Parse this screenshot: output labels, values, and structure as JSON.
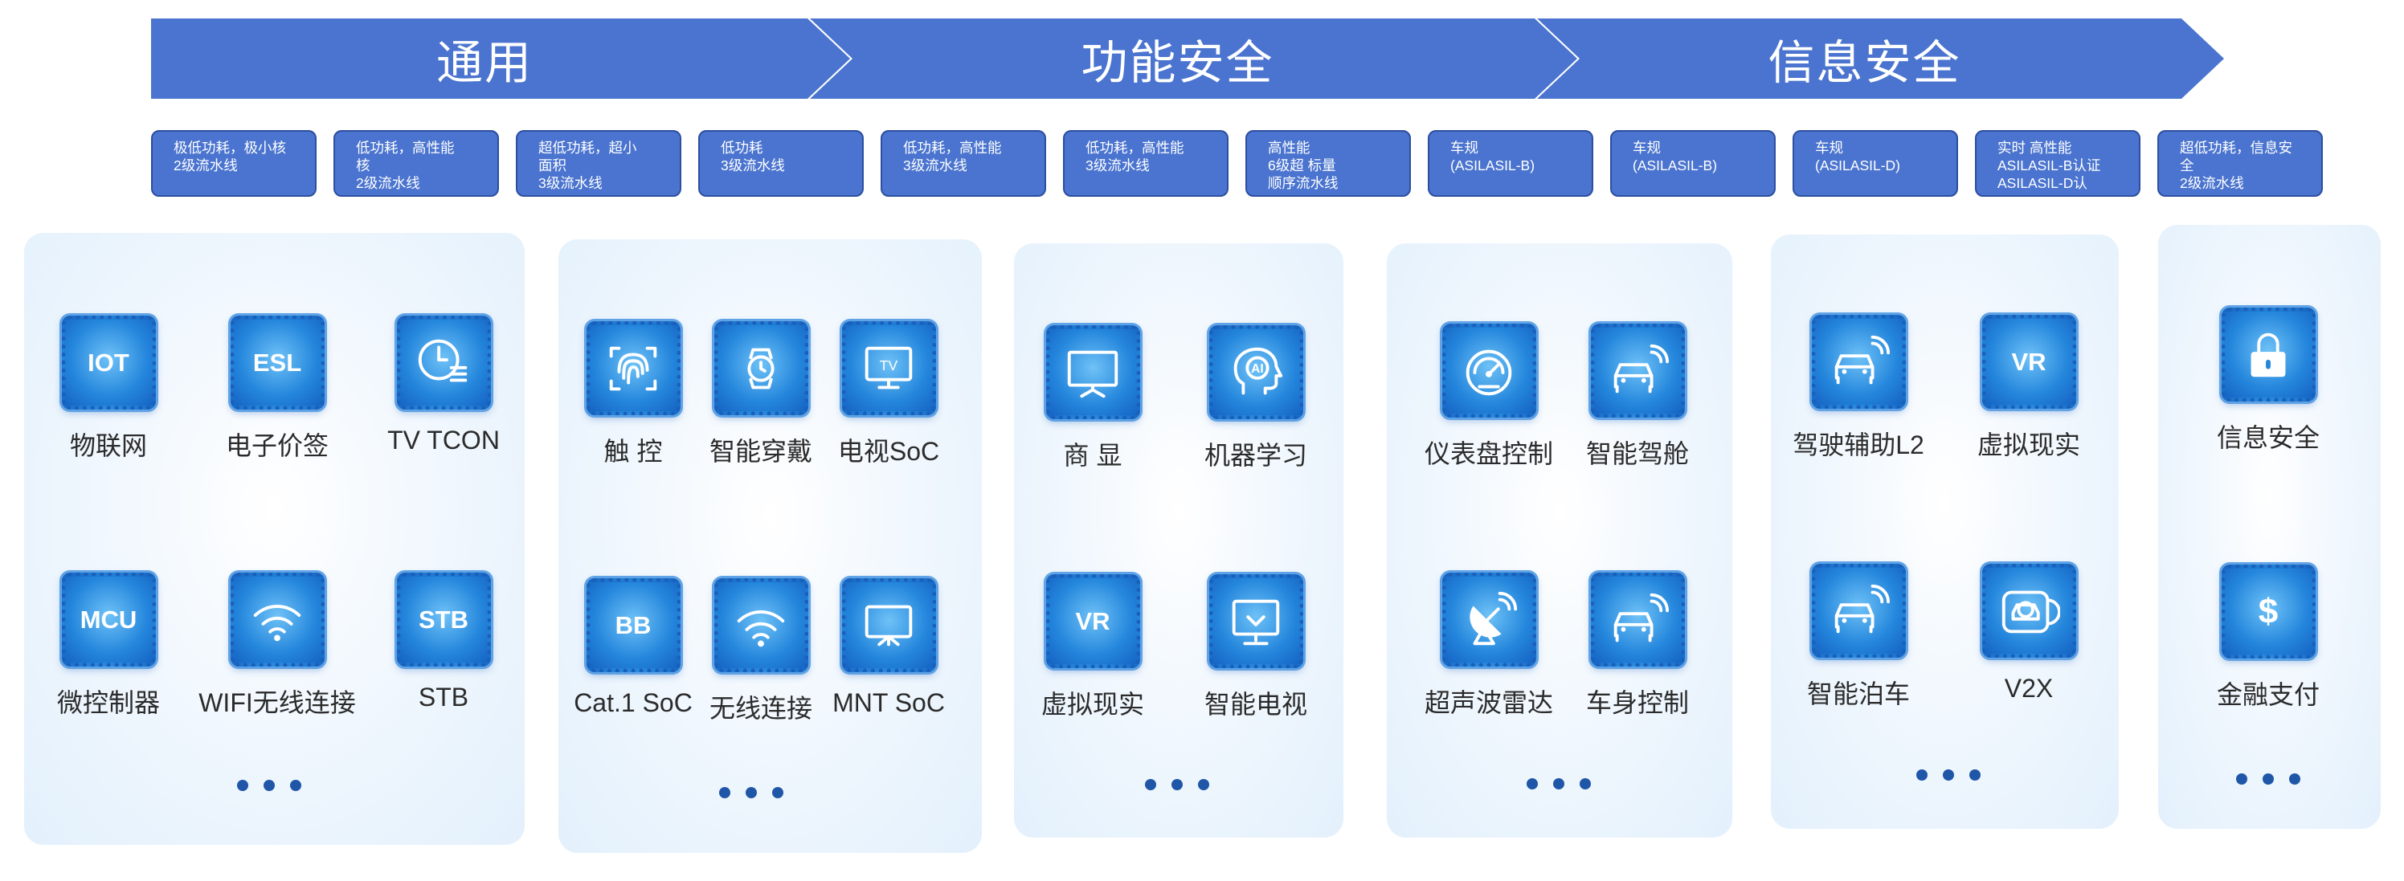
{
  "banner": {
    "general": "通用",
    "functional_safety": "功能安全",
    "information_security": "信息安全"
  },
  "specs": [
    [
      "极低功耗，极小核",
      "2级流水线"
    ],
    [
      "低功耗，高性能",
      "核",
      "2级流水线"
    ],
    [
      "超低功耗，超小",
      "面积",
      "3级流水线"
    ],
    [
      "低功耗",
      "3级流水线"
    ],
    [
      "低功耗，高性能",
      "3级流水线"
    ],
    [
      "低功耗，高性能",
      "3级流水线"
    ],
    [
      "高性能",
      "6级超 标量",
      "顺序流水线"
    ],
    [
      "车规",
      "(ASILASIL-B)"
    ],
    [
      "车规",
      "(ASILASIL-B)"
    ],
    [
      "车规",
      "(ASILASIL-D)"
    ],
    [
      "实时 高性能",
      "ASILASIL-B认证",
      "ASILASIL-D认"
    ],
    [
      "超低功耗，信息安",
      "全",
      "2级流水线"
    ]
  ],
  "panels": [
    {
      "tiles": [
        {
          "icon": "iot-chip-icon",
          "chip_text": "IOT",
          "label": "物联网"
        },
        {
          "icon": "esl-chip-icon",
          "chip_text": "ESL",
          "label": "电子价签"
        },
        {
          "icon": "tv-tcon-icon",
          "chip_text": "",
          "label": "TV TCON"
        },
        {
          "icon": "mcu-chip-icon",
          "chip_text": "MCU",
          "label": "微控制器"
        },
        {
          "icon": "wifi-icon",
          "chip_text": "",
          "label": "WIFI无线连接"
        },
        {
          "icon": "stb-chip-icon",
          "chip_text": "STB",
          "label": "STB"
        }
      ],
      "more": "..."
    },
    {
      "tiles": [
        {
          "icon": "fingerprint-icon",
          "chip_text": "",
          "label": "触 控"
        },
        {
          "icon": "smartwatch-icon",
          "chip_text": "",
          "label": "智能穿戴"
        },
        {
          "icon": "tv-icon",
          "chip_text": "TV",
          "label": "电视SoC"
        },
        {
          "icon": "bb-chip-icon",
          "chip_text": "BB",
          "label": "Cat.1 SoC"
        },
        {
          "icon": "wifi-icon",
          "chip_text": "",
          "label": "无线连接"
        },
        {
          "icon": "monitor-icon",
          "chip_text": "",
          "label": "MNT SoC"
        }
      ],
      "more": "..."
    },
    {
      "tiles": [
        {
          "icon": "display-icon",
          "chip_text": "",
          "label": "商 显"
        },
        {
          "icon": "ai-head-icon",
          "chip_text": "AI",
          "label": "机器学习"
        },
        {
          "icon": "vr-chip-icon",
          "chip_text": "VR",
          "label": "虚拟现实"
        },
        {
          "icon": "smart-tv-icon",
          "chip_text": "",
          "label": "智能电视"
        }
      ],
      "more": "..."
    },
    {
      "tiles": [
        {
          "icon": "speedometer-icon",
          "chip_text": "",
          "label": "仪表盘控制"
        },
        {
          "icon": "connected-car-icon",
          "chip_text": "",
          "label": "智能驾舱"
        },
        {
          "icon": "radar-dish-icon",
          "chip_text": "",
          "label": "超声波雷达"
        },
        {
          "icon": "connected-car-icon",
          "chip_text": "",
          "label": "车身控制"
        }
      ],
      "more": "..."
    },
    {
      "tiles": [
        {
          "icon": "connected-car-icon",
          "chip_text": "",
          "label": "驾驶辅助L2"
        },
        {
          "icon": "vr-chip-icon",
          "chip_text": "VR",
          "label": "虚拟现实"
        },
        {
          "icon": "connected-car-icon",
          "chip_text": "",
          "label": "智能泊车"
        },
        {
          "icon": "v2x-icon",
          "chip_text": "",
          "label": "V2X"
        }
      ],
      "more": "..."
    },
    {
      "tiles": [
        {
          "icon": "lock-icon",
          "chip_text": "",
          "label": "信息安全"
        },
        {
          "icon": "dollar-icon",
          "chip_text": "$",
          "label": "金融支付"
        }
      ],
      "more": "..."
    }
  ]
}
